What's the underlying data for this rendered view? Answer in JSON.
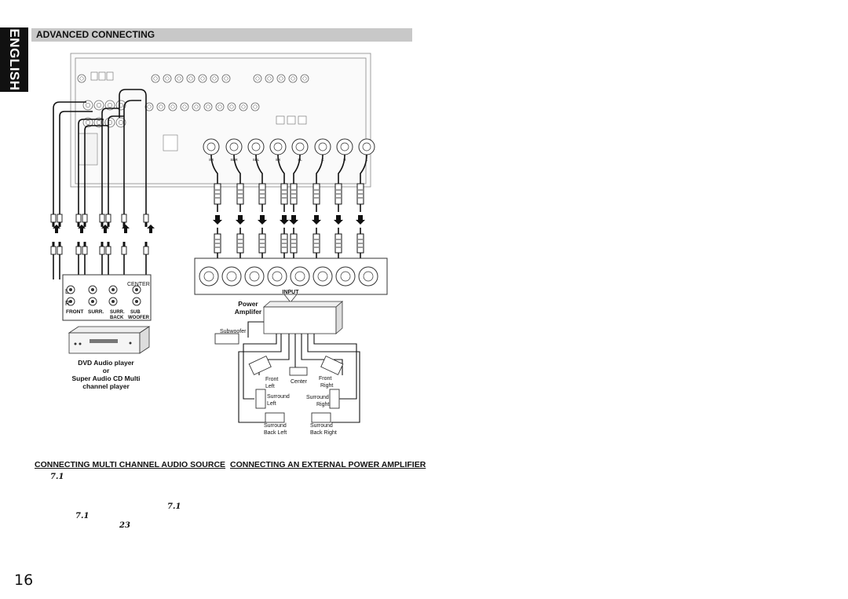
{
  "side_tab": {
    "language": "ENGLISH"
  },
  "header": {
    "title": "ADVANCED CONNECTING"
  },
  "source_panel": {
    "labels": {
      "l": "L",
      "r": "R",
      "center": "CENTER",
      "front": "FRONT",
      "surr": "SURR.",
      "surr_back_1": "SURR.",
      "surr_back_2": "BACK",
      "sub_1": "SUB",
      "sub_2": "WOOFER"
    },
    "player_caption": {
      "line1": "DVD Audio player",
      "line2": "or",
      "line3": "Super Audio CD Multi",
      "line4": "channel player"
    }
  },
  "amp_panel": {
    "receiver_outputs": [
      "SR",
      "SBR",
      "SBL",
      "SR",
      "SL",
      "C",
      "R",
      "L"
    ],
    "input_label": "INPUT",
    "amp_label": {
      "line1": "Power",
      "line2": "Amplifer"
    },
    "speakers": {
      "subwoofer": "Subwoofer",
      "front_left": {
        "line1": "Front",
        "line2": "Left"
      },
      "center": "Center",
      "front_right": {
        "line1": "Front",
        "line2": "Right"
      },
      "surround_left": {
        "line1": "Surround",
        "line2": "Left"
      },
      "surround_right": {
        "line1": "Surround",
        "line2": "Right"
      },
      "surround_back_left": {
        "line1": "Surround",
        "line2": "Back Left"
      },
      "surround_back_right": {
        "line1": "Surround",
        "line2": "Back Right"
      }
    }
  },
  "sections": {
    "left_title": "CONNECTING MULTI CHANNEL AUDIO SOURCE",
    "right_title": "CONNECTING AN EXTERNAL POWER AMPLIFIER"
  },
  "text_fragments": {
    "f1": "7.1",
    "f2": "7.1",
    "f3": "7.1",
    "f4": "23"
  },
  "page_number": "16"
}
